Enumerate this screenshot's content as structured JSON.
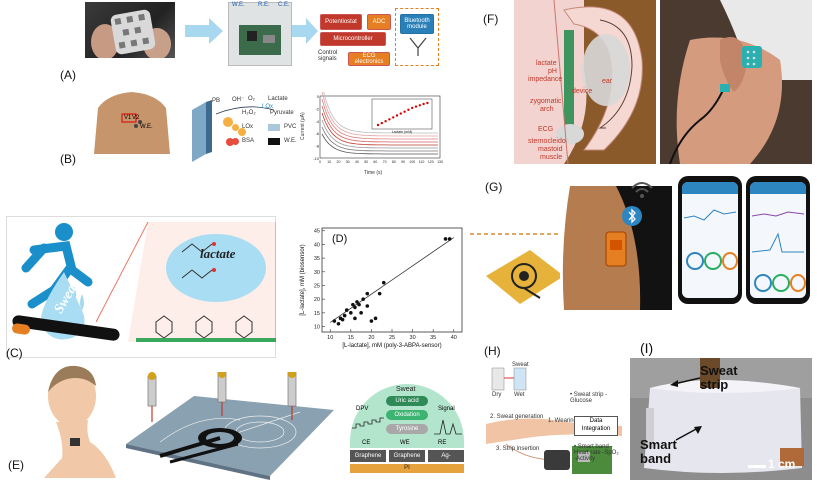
{
  "panels": {
    "A": {
      "label": "(A)",
      "electrodes": [
        "W.E.",
        "R.E.",
        "C.E."
      ],
      "blocks": [
        "Potentiostat",
        "ADC",
        "Bluetooth module",
        "Microcontroller",
        "ECG electronics"
      ],
      "control_label": "Control signals"
    },
    "B": {
      "label": "(B)",
      "sensor_tags": [
        "V1",
        "V2",
        "W.E."
      ],
      "chem_labels": [
        "PB",
        "OH⁻",
        "O₂",
        "Lactate",
        "Pyruvate",
        "H₂O₂",
        "LOx"
      ],
      "legend": [
        "LOx",
        "BSA",
        "PVC",
        "W.E."
      ],
      "chart": {
        "ylabel": "Current (μA)",
        "xlabel": "Time (s)",
        "x_ticks": [
          "0",
          "10",
          "20",
          "30",
          "40",
          "50",
          "60",
          "70",
          "80",
          "90",
          "100",
          "110",
          "120",
          "130"
        ],
        "y_ticks": [
          "0",
          "-2",
          "-4",
          "-6",
          "-8",
          "-10"
        ],
        "inset_ylabel": "Current (μA)",
        "inset_xlabel": "Lactate (mM)",
        "inset_x_ticks": [
          "0",
          "10",
          "20"
        ],
        "inset_y_ticks": [
          "0",
          "2",
          "4",
          "6"
        ]
      }
    },
    "C": {
      "label": "(C)",
      "sweat": "Sweat",
      "lactate": "lactate"
    },
    "D": {
      "label": "(D)",
      "xlabel": "[L-lactate], mM (poly-3-ABPA-sensor)",
      "ylabel": "[L-lactate], mM (biosensor)",
      "x_ticks": [
        "10",
        "15",
        "20",
        "25",
        "30",
        "35",
        "40"
      ],
      "y_ticks": [
        "10",
        "15",
        "20",
        "25",
        "30",
        "35",
        "40",
        "45"
      ]
    },
    "E": {
      "label": "(E)",
      "sweat_title": "Sweat",
      "analytes": [
        "Uric acid",
        "Oxidation",
        "Tyrosine"
      ],
      "dpv": "DPV",
      "signal": "Signal",
      "electrodes": [
        "CE",
        "WE",
        "RE"
      ],
      "materials": [
        "Graphene",
        "Graphene",
        "Ag-Graphene"
      ],
      "substrate": "PI"
    },
    "F": {
      "label": "(F)",
      "annotations": [
        "lactate",
        "pH",
        "impedance",
        "ear",
        "device",
        "zygomatic",
        "arch",
        "ECG",
        "sternocleido",
        "mastoid",
        "muscle"
      ]
    },
    "G": {
      "label": "(G)"
    },
    "H": {
      "label": "(H)",
      "texts": [
        "Sweat",
        "Dry",
        "Wet",
        "1. Wearing sweat strip",
        "2. Sweat generation",
        "3. Strip insertion",
        "• Sweat strip -Glucose",
        "Data Integration",
        "• Smart band -Heart rate -SpO₂ -Activity"
      ]
    },
    "I": {
      "label": "(I)",
      "sweat_strip": "Sweat strip",
      "smart_band": "Smart band",
      "scale": "1 cm"
    }
  },
  "chart_data": [
    {
      "type": "scatter",
      "title": "(D)",
      "xlabel": "[L-lactate], mM (poly-3-ABPA-sensor)",
      "ylabel": "[L-lactate], mM (biosensor)",
      "xlim": [
        8,
        42
      ],
      "ylim": [
        8,
        46
      ],
      "x": [
        11,
        12,
        12.5,
        13,
        13.5,
        14,
        15,
        15.5,
        16,
        16,
        16.5,
        17,
        17.5,
        18,
        19,
        19,
        20,
        21,
        22,
        23,
        38,
        39
      ],
      "y": [
        12,
        11,
        13,
        12.5,
        14,
        16,
        15,
        18,
        13,
        17,
        19,
        18,
        15,
        20,
        17.5,
        22,
        12,
        13,
        22,
        26,
        42,
        42
      ],
      "fit": [
        [
          10,
          11.5
        ],
        [
          40,
          42.5
        ]
      ]
    }
  ]
}
